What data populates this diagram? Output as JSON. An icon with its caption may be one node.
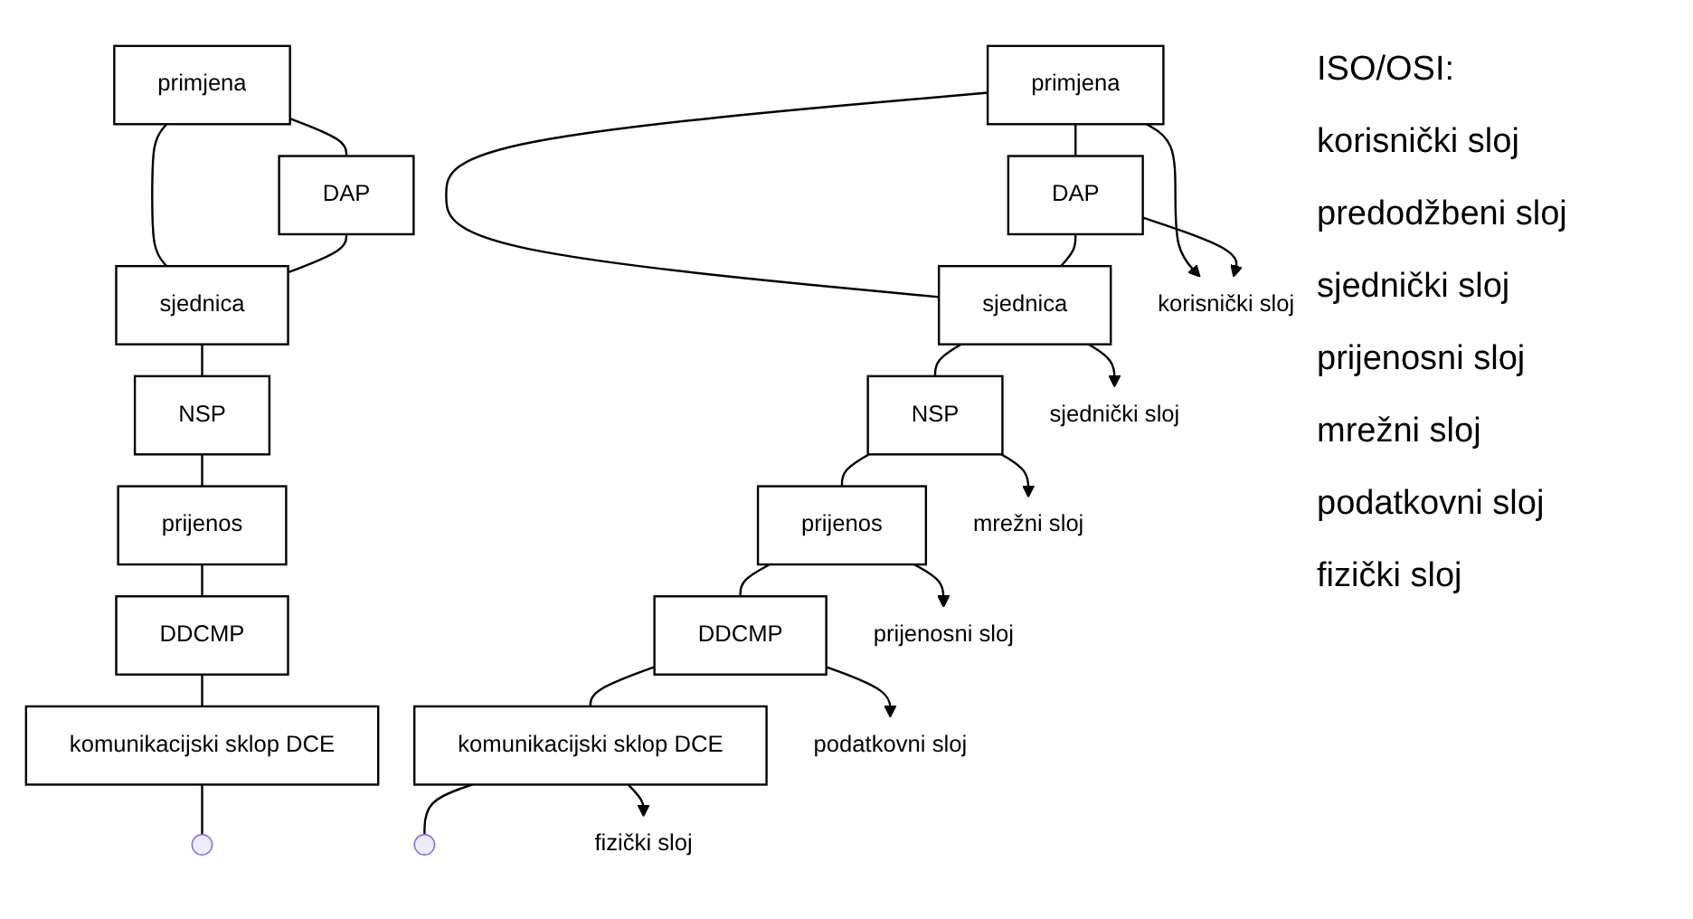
{
  "diagram": {
    "nodes": [
      {
        "text": [
          "primjena"
        ]
      },
      {
        "text": [
          "DAP"
        ]
      },
      {
        "text": [
          "sjednica"
        ]
      },
      {
        "text": [
          "NSP"
        ]
      },
      {
        "text": [
          "prijenos"
        ]
      },
      {
        "text": [
          "DDCMP"
        ]
      },
      {
        "text": [
          "komunikacijski sklop DCE"
        ]
      },
      {
        "text": [
          "primjena"
        ]
      },
      {
        "text": [
          "DAP"
        ]
      },
      {
        "text": [
          "sjednica"
        ]
      },
      {
        "text": [
          "NSP"
        ]
      },
      {
        "text": [
          "prijenos"
        ]
      },
      {
        "text": [
          "DDCMP"
        ]
      },
      {
        "text": [
          "komunikacijski sklop DCE"
        ]
      },
      {
        "text": [
          "korisnički sloj"
        ]
      },
      {
        "text": [
          "sjednički sloj"
        ]
      },
      {
        "text": [
          "mrežni sloj"
        ]
      },
      {
        "text": [
          "prijenosni sloj"
        ]
      },
      {
        "text": [
          "podatkovni sloj"
        ]
      },
      {
        "text": [
          "fizički sloj"
        ]
      }
    ],
    "edges": [
      {
        "from": 0,
        "to": 1,
        "arrow": "none"
      },
      {
        "from": 0,
        "to": 2,
        "arrow": "none"
      },
      {
        "from": 1,
        "to": 2,
        "arrow": "none"
      },
      {
        "from": 2,
        "to": 3,
        "arrow": "none"
      },
      {
        "from": 3,
        "to": 4,
        "arrow": "none"
      },
      {
        "from": 4,
        "to": 5,
        "arrow": "none"
      },
      {
        "from": 5,
        "to": 6,
        "arrow": "none"
      },
      {
        "from": 6,
        "to": null,
        "arrow": "none"
      },
      {
        "from": 7,
        "to": 8,
        "arrow": "none"
      },
      {
        "from": 7,
        "to": 9,
        "arrow": "none"
      },
      {
        "from": 8,
        "to": 9,
        "arrow": "none"
      },
      {
        "from": 9,
        "to": 10,
        "arrow": "none"
      },
      {
        "from": 10,
        "to": 11,
        "arrow": "none"
      },
      {
        "from": 11,
        "to": 12,
        "arrow": "none"
      },
      {
        "from": 12,
        "to": 13,
        "arrow": "none"
      },
      {
        "from": 13,
        "to": null,
        "arrow": "none"
      },
      {
        "from": 7,
        "to": 14,
        "arrow": "to"
      },
      {
        "from": 8,
        "to": 14,
        "arrow": "to"
      },
      {
        "from": 9,
        "to": 15,
        "arrow": "to"
      },
      {
        "from": 10,
        "to": 16,
        "arrow": "to"
      },
      {
        "from": 11,
        "to": 17,
        "arrow": "to"
      },
      {
        "from": 12,
        "to": 18,
        "arrow": "to"
      },
      {
        "from": 13,
        "to": 19,
        "arrow": "to"
      }
    ],
    "labels": [
      "ISO/OSI:",
      "korisnički sloj",
      "predodžbeni sloj",
      "sjednički sloj",
      "prijenosni sloj",
      "mrežni sloj",
      "podatkovni sloj",
      "fizički sloj"
    ]
  }
}
